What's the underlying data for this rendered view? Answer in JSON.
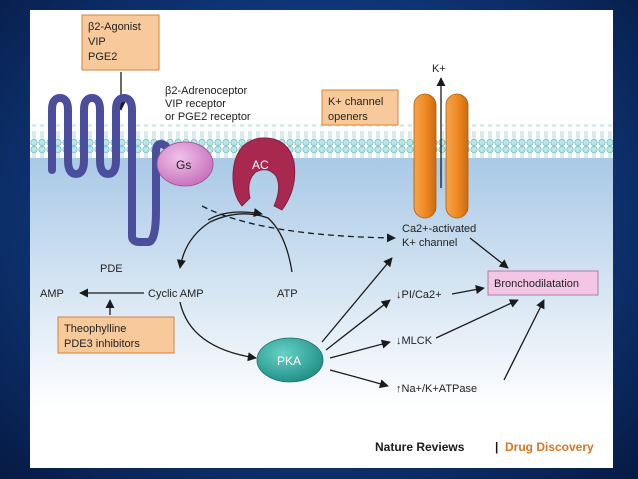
{
  "diagram": {
    "agonist_box": {
      "line1": "β2-Agonist",
      "line2": "VIP",
      "line3": "PGE2"
    },
    "receptor_label": {
      "line1": "β2-Adrenoceptor",
      "line2": "VIP receptor",
      "line3": "or PGE2 receptor"
    },
    "gs_label": "Gs",
    "ac_label": "AC",
    "k_opener_box": {
      "line1": "K+ channel",
      "line2": "openers"
    },
    "k_ion_label": "K+",
    "ca_channel_label": {
      "line1": "Ca2+-activated",
      "line2": "K+ channel"
    },
    "pde_label": "PDE",
    "amp_label": "AMP",
    "cyclic_amp_label": "Cyclic AMP",
    "atp_label": "ATP",
    "theophylline_box": {
      "line1": "Theophylline",
      "line2": "PDE3 inhibitors"
    },
    "pka_label": "PKA",
    "pi_ca_label": "↓PI/Ca2+",
    "mlck_label": "↓MLCK",
    "na_k_label": "↑Na+/K+ATPase",
    "bronchodilatation_label": "Bronchodilatation",
    "colors": {
      "membrane_head": "#b8e6e6",
      "cytoplasm": "#c8dcee",
      "receptor": "#4a4e9c",
      "gs": "#d98fd0",
      "ac": "#a8284f",
      "k_channel": "#f08a24",
      "pka": "#2aa39a",
      "boxes": "#f8c99a",
      "bronchodilatation_box": "#f3c6e6"
    }
  },
  "footer": {
    "journal": "Nature Reviews",
    "separator": "|",
    "section": "Drug Discovery"
  }
}
